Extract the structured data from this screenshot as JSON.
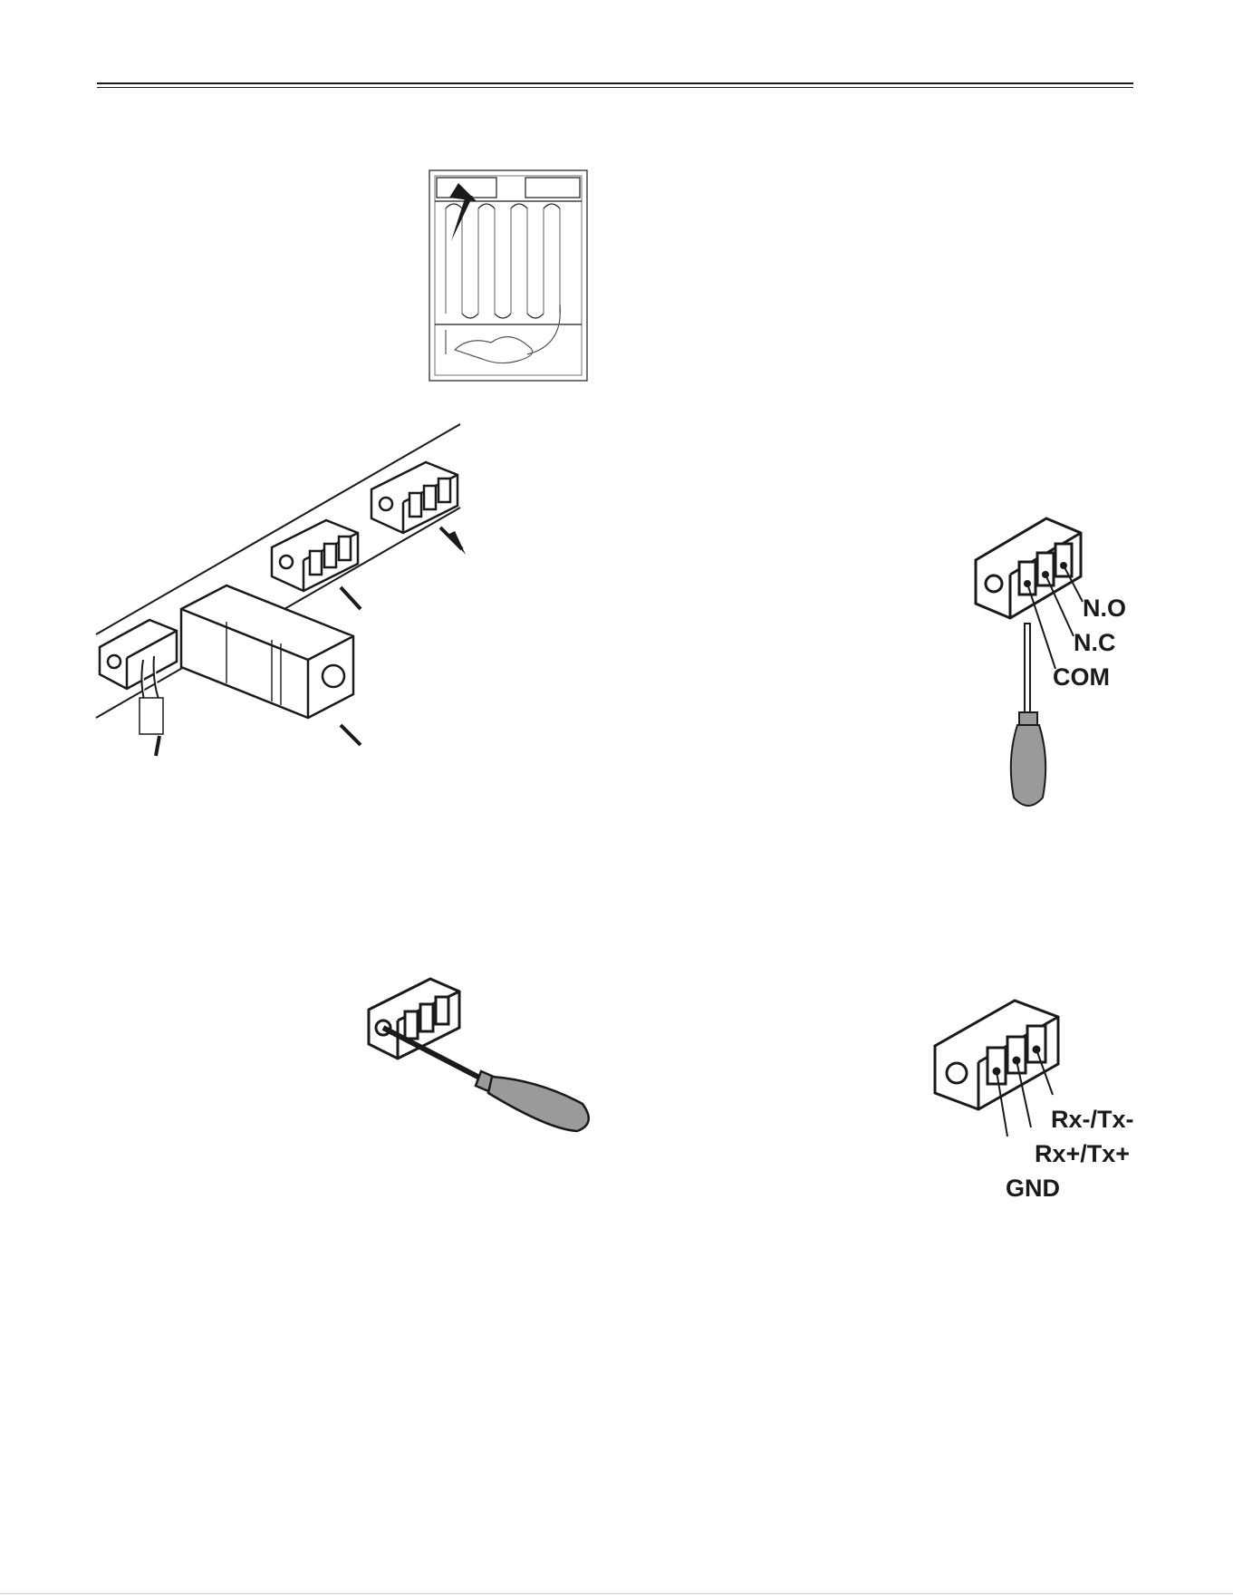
{
  "relay_terminal": {
    "labels": [
      "N.O",
      "N.C",
      "COM"
    ]
  },
  "serial_terminal": {
    "labels": [
      "Rx-/Tx-",
      "Rx+/Tx+",
      "GND"
    ]
  },
  "colors": {
    "ink": "#1a1a1a",
    "handle_gray": "#9a9a9a",
    "line_gray": "#cfcfcf"
  }
}
